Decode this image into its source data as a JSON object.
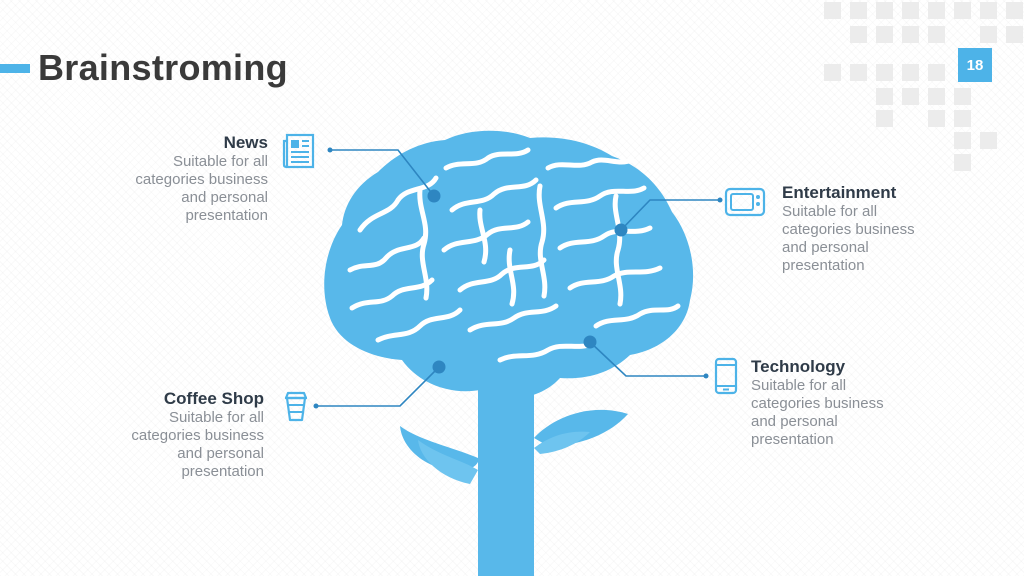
{
  "slide": {
    "title": "Brainstroming",
    "page_number": "18"
  },
  "topics": [
    {
      "id": "news",
      "title": "News",
      "icon": "newspaper-icon",
      "description": [
        "Suitable for all",
        "categories business",
        "and personal",
        "presentation"
      ]
    },
    {
      "id": "coffee",
      "title": "Coffee Shop",
      "icon": "coffee-cup-icon",
      "description": [
        "Suitable for all",
        "categories business",
        "and personal",
        "presentation"
      ]
    },
    {
      "id": "entertainment",
      "title": "Entertainment",
      "icon": "tv-icon",
      "description": [
        "Suitable for all",
        "categories business",
        "and personal",
        "presentation"
      ]
    },
    {
      "id": "technology",
      "title": "Technology",
      "icon": "smartphone-icon",
      "description": [
        "Suitable for all",
        "categories business",
        "and personal",
        "presentation"
      ]
    }
  ],
  "colors": {
    "accent": "#4db3e8",
    "connector": "#2e86c1",
    "heading": "#2f3b48",
    "body_text": "#8a8f96"
  }
}
